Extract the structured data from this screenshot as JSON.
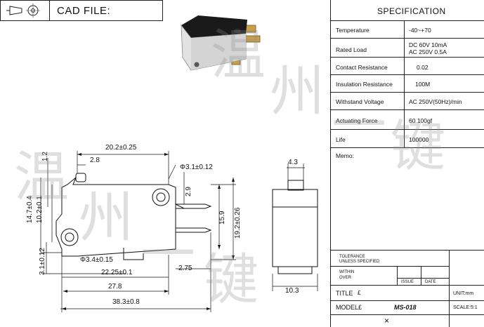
{
  "header": {
    "cad_label": "CAD FILE:"
  },
  "spec": {
    "title": "SPECIFICATION",
    "rows": [
      {
        "label": "Temperature",
        "value": "-40~+70"
      },
      {
        "label": "Rated Load",
        "value": "DC 60V 10mA",
        "value2": "AC 250V 0.5A"
      },
      {
        "label": "Contact Resistance",
        "value": "0.02"
      },
      {
        "label": "Insulation Resistance",
        "value": "100M"
      },
      {
        "label": "Withstand Voltage",
        "value": "AC 250V(50Hz)/min"
      },
      {
        "label": "Actuating Force",
        "value": "60   100gf"
      },
      {
        "label": "Life",
        "value": "100000"
      }
    ],
    "memo_label": "Memo:",
    "tolerance_line1": "TOLERANCE",
    "tolerance_line2": "UNLESS SPECIFIED",
    "within_line1": "WITHIN",
    "within_line2": "OVER",
    "issue_label": "ISSUE",
    "date_label": "DATE",
    "title_label": "TITLE",
    "title_value": "£",
    "unit_label": "UNIT:mm",
    "model_label": "MODEL£",
    "model_value": "MS-018",
    "scale_label": "SCALE:5:1"
  },
  "dimensions": {
    "d_20_2": "20.2±0.25",
    "d_2_8": "2.8",
    "d_1_2": "1.2",
    "d_phi_3_1": "Φ3.1±0.12",
    "d_2_9": "2.9",
    "d_14_7": "14.7±0.4",
    "d_10_2": "10.2±0.1",
    "d_15_9": "15.9",
    "d_19_2": "19.2±0.26",
    "d_3_1": "3.1±0.12",
    "d_phi_3_4": "Φ3.4±0.15",
    "d_2_75": "2.75",
    "d_22_25": "22.25±0.1",
    "d_27_8": "27.8",
    "d_38_3": "38.3±0.8",
    "d_4_3": "4.3",
    "d_10_3": "10.3"
  },
  "watermark": {
    "chars": [
      "温",
      "州",
      "一",
      "键"
    ]
  },
  "close_mark": "×"
}
